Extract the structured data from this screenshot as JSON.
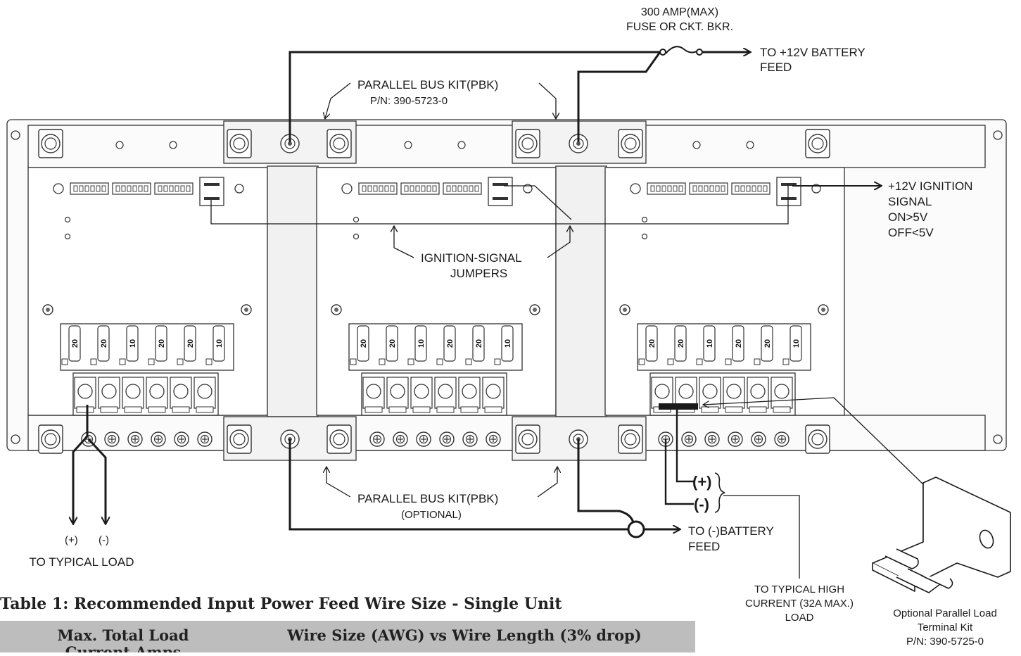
{
  "fuse_label": [
    "300 AMP(MAX)",
    "FUSE OR CKT. BKR."
  ],
  "battery_pos_label": [
    "TO +12V BATTERY",
    "FEED"
  ],
  "pbk_top_label": [
    "PARALLEL BUS KIT(PBK)",
    "P/N: 390-5723-0"
  ],
  "pbk_bottom_label": [
    "PARALLEL BUS KIT(PBK)",
    "(OPTIONAL)"
  ],
  "ignition_label": [
    "+12V IGNITION",
    "SIGNAL",
    "ON>5V",
    "OFF<5V"
  ],
  "jumpers_label": [
    "IGNITION-SIGNAL",
    "JUMPERS"
  ],
  "battery_neg_label": [
    "TO (-)BATTERY",
    "FEED"
  ],
  "typical_load": {
    "plus": "(+)",
    "minus": "(-)",
    "caption": "TO TYPICAL LOAD"
  },
  "high_current": {
    "plus": "(+)",
    "minus": "(-)",
    "caption": [
      "TO TYPICAL HIGH",
      "CURRENT (32A MAX.)",
      "LOAD"
    ]
  },
  "optional_kit_label": [
    "Optional Parallel Load",
    "Terminal Kit",
    "P/N: 390-5725-0"
  ],
  "fuse_ratings": [
    "20",
    "20",
    "10",
    "20",
    "20",
    "10"
  ],
  "table": {
    "title": "Table 1: Recommended Input Power Feed Wire Size - Single Unit",
    "col1": [
      "Max. Total Load",
      "Current Amps"
    ],
    "col2": "Wire Size (AWG) vs Wire Length (3% drop)"
  },
  "colors": {
    "line": "#1a1a1a",
    "panel_outline": "#333333",
    "table_header_bg": "#bdbdbd"
  }
}
